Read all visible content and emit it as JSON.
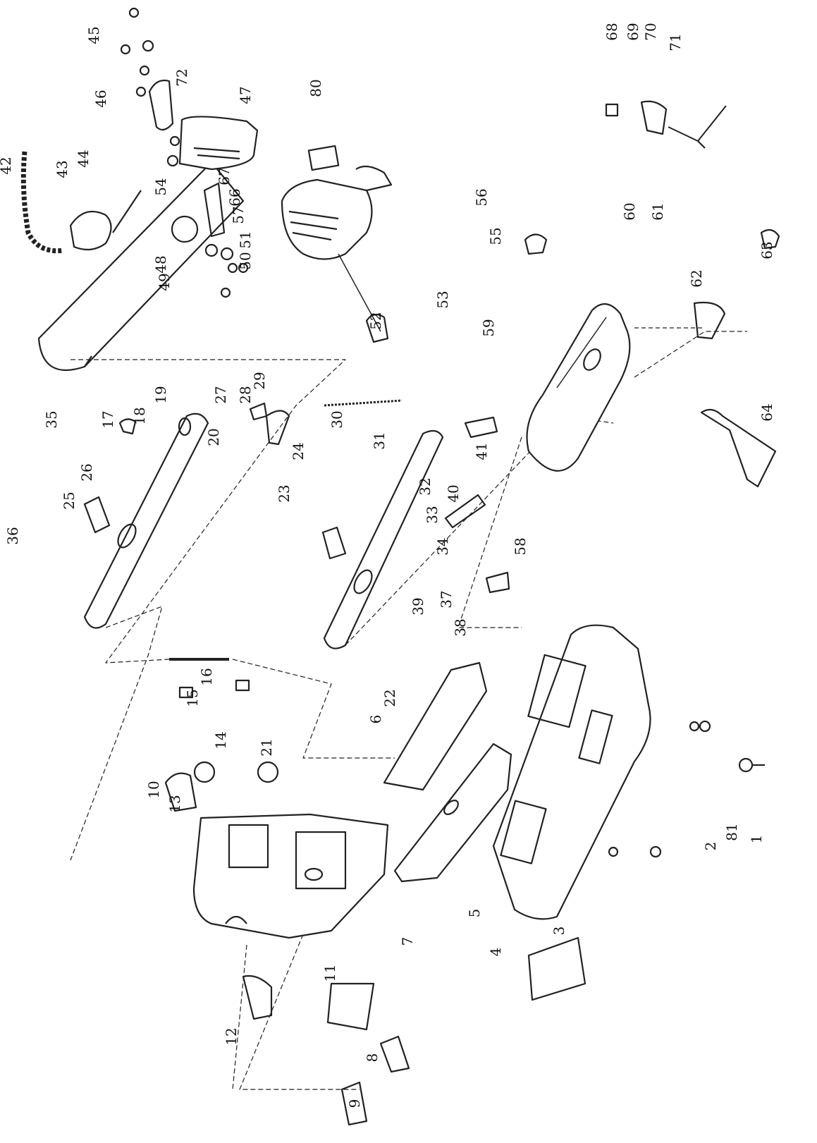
{
  "diagram": {
    "type": "exploded parts diagram",
    "colors": {
      "line": "#222222",
      "fill": "#ffffff",
      "shade": "#d8d8d8"
    },
    "callouts": [
      "1",
      "2",
      "3",
      "4",
      "5",
      "6",
      "7",
      "8",
      "9",
      "10",
      "11",
      "12",
      "13",
      "14",
      "15",
      "16",
      "17",
      "18",
      "19",
      "20",
      "21",
      "22",
      "23",
      "24",
      "25",
      "26",
      "27",
      "28",
      "29",
      "30",
      "31",
      "32",
      "33",
      "34",
      "35",
      "36",
      "37",
      "38",
      "39",
      "40",
      "41",
      "42",
      "43",
      "44",
      "45",
      "46",
      "47",
      "48",
      "49",
      "50",
      "51",
      "52",
      "53",
      "54",
      "55",
      "56",
      "57",
      "58",
      "59",
      "60",
      "61",
      "62",
      "63",
      "64",
      "66",
      "67",
      "68",
      "69",
      "70",
      "71",
      "72",
      "80",
      "81"
    ]
  }
}
